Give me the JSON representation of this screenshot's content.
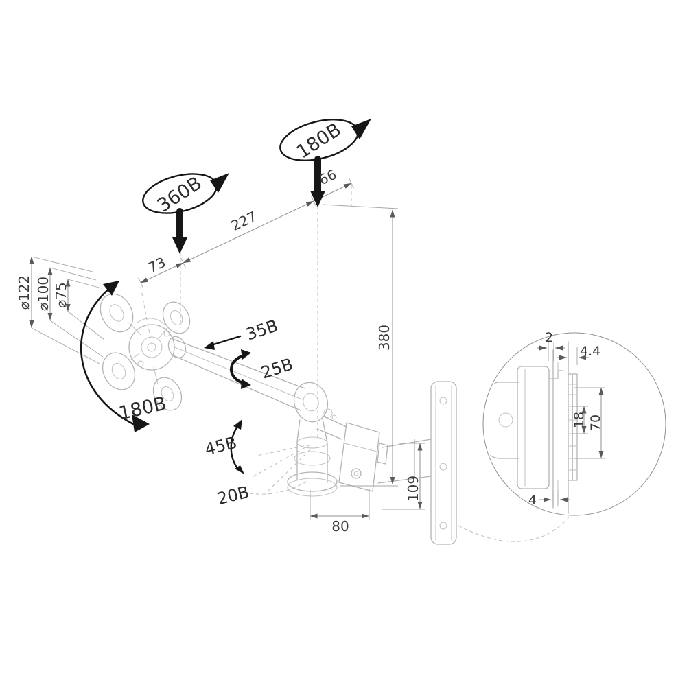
{
  "rotations": {
    "joint_top": "180B",
    "head_swivel": "360B",
    "tilt_up": "35B",
    "tilt_down": "25B",
    "arm_swing": "45B",
    "arm_drop": "20B",
    "head_rotate": "180B"
  },
  "dimensions": {
    "span_227": "227",
    "wall_offset_66": "66",
    "head_offset_73": "73",
    "height_380": "380",
    "rail_height_109": "109",
    "base_width_80": "80",
    "dia_122": "⌀122",
    "dia_100": "⌀100",
    "dia_75": "⌀75"
  },
  "detail_view": {
    "gap_top_2": "2",
    "depth_4_4": "4.4",
    "pitch_18": "18",
    "width_70": "70",
    "gap_bottom_4": "4"
  }
}
